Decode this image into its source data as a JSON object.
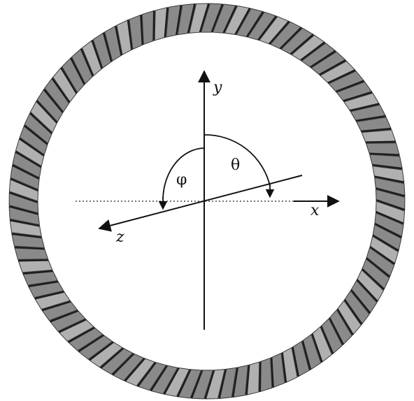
{
  "diagram": {
    "ring": {
      "segment_count": 90,
      "segment_fill": "#8a8a8a",
      "segment_edge": "#3a3a3a",
      "inner_shadow": "#1e1e1e",
      "highlight": "#b0b0b0"
    },
    "axes": {
      "x_label": "x",
      "y_label": "y",
      "z_label": "z"
    },
    "angles": {
      "theta_label": "θ",
      "phi_label": "φ"
    },
    "colors": {
      "line": "#111111",
      "dotted": "#444444",
      "background": "#ffffff"
    }
  }
}
